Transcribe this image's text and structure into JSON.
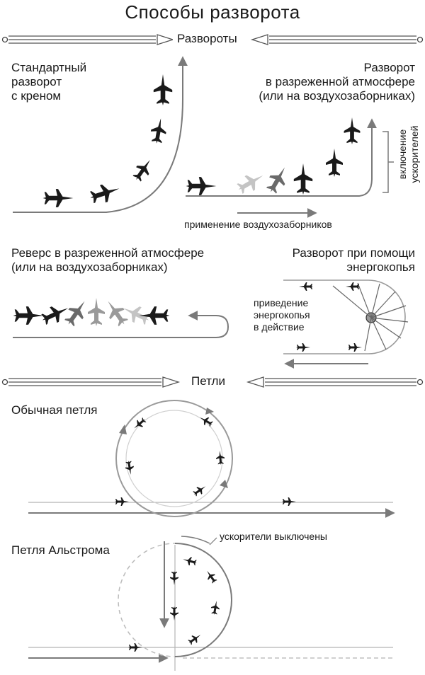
{
  "title": "Способы разворота",
  "sections": {
    "turns": "Развороты",
    "loops": "Петли"
  },
  "maneuvers": {
    "standard_turn": [
      "Стандартный",
      "разворот",
      "с креном"
    ],
    "thin_atmo_turn": [
      "Разворот",
      "в разреженной атмосфере",
      "(или на воздухозаборниках)"
    ],
    "booster_label": [
      "включение",
      "ускорителей"
    ],
    "intake_label": "применение воздухозаборников",
    "reverse": [
      "Реверс в разреженной атмосфере",
      "(или на воздухозаборниках)"
    ],
    "energy_turn": [
      "Разворот при помощи",
      "энергокопья"
    ],
    "energy_label": [
      "приведение",
      "энергокопья",
      "в действие"
    ],
    "normal_loop": "Обычная петля",
    "alstrom_loop": "Петля Альстрома",
    "boosters_off": "ускорители выключены"
  },
  "colors": {
    "ink": "#1a1a1a",
    "path": "#7a7a7a",
    "light": "#b5b5b5"
  }
}
